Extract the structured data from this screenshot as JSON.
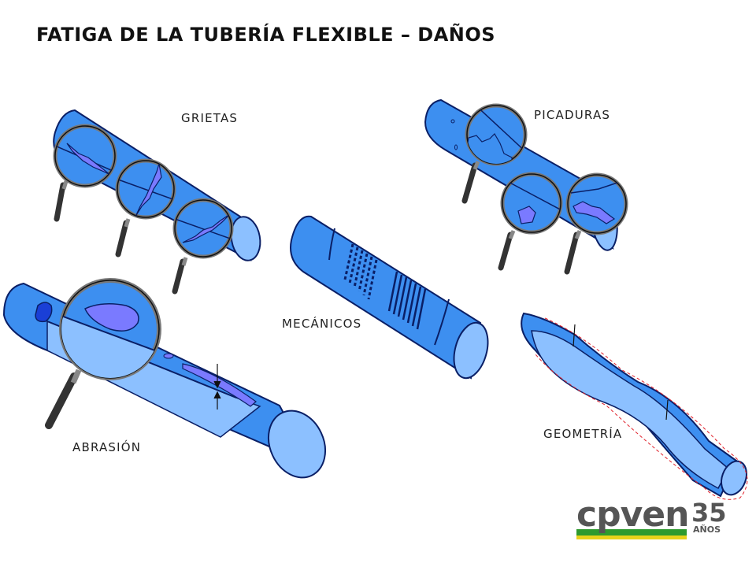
{
  "title": "FATIGA DE LA TUBERÍA FLEXIBLE – DAÑOS",
  "labels": {
    "grietas": "GRIETAS",
    "picaduras": "PICADURAS",
    "mecanicos": "MECÁNICOS",
    "geometria": "GEOMETRÍA",
    "abrasion": "ABRASIÓN"
  },
  "logo": {
    "text": "cpven",
    "years": "35",
    "years_label": "AÑOS"
  },
  "colors": {
    "pipe_body": "#3d8ff0",
    "pipe_end": "#8cc0ff",
    "pipe_outline": "#0a1f66",
    "damage": "#7a7aff",
    "magnifier_handle": "#333333",
    "logo_text": "#555555",
    "logo_green": "#2e9a2e",
    "logo_yellow": "#e8d21a"
  },
  "icons": [
    "magnifier-icon",
    "crack-icon",
    "pitting-icon",
    "groove-icon",
    "dimension-arrow-icon"
  ]
}
